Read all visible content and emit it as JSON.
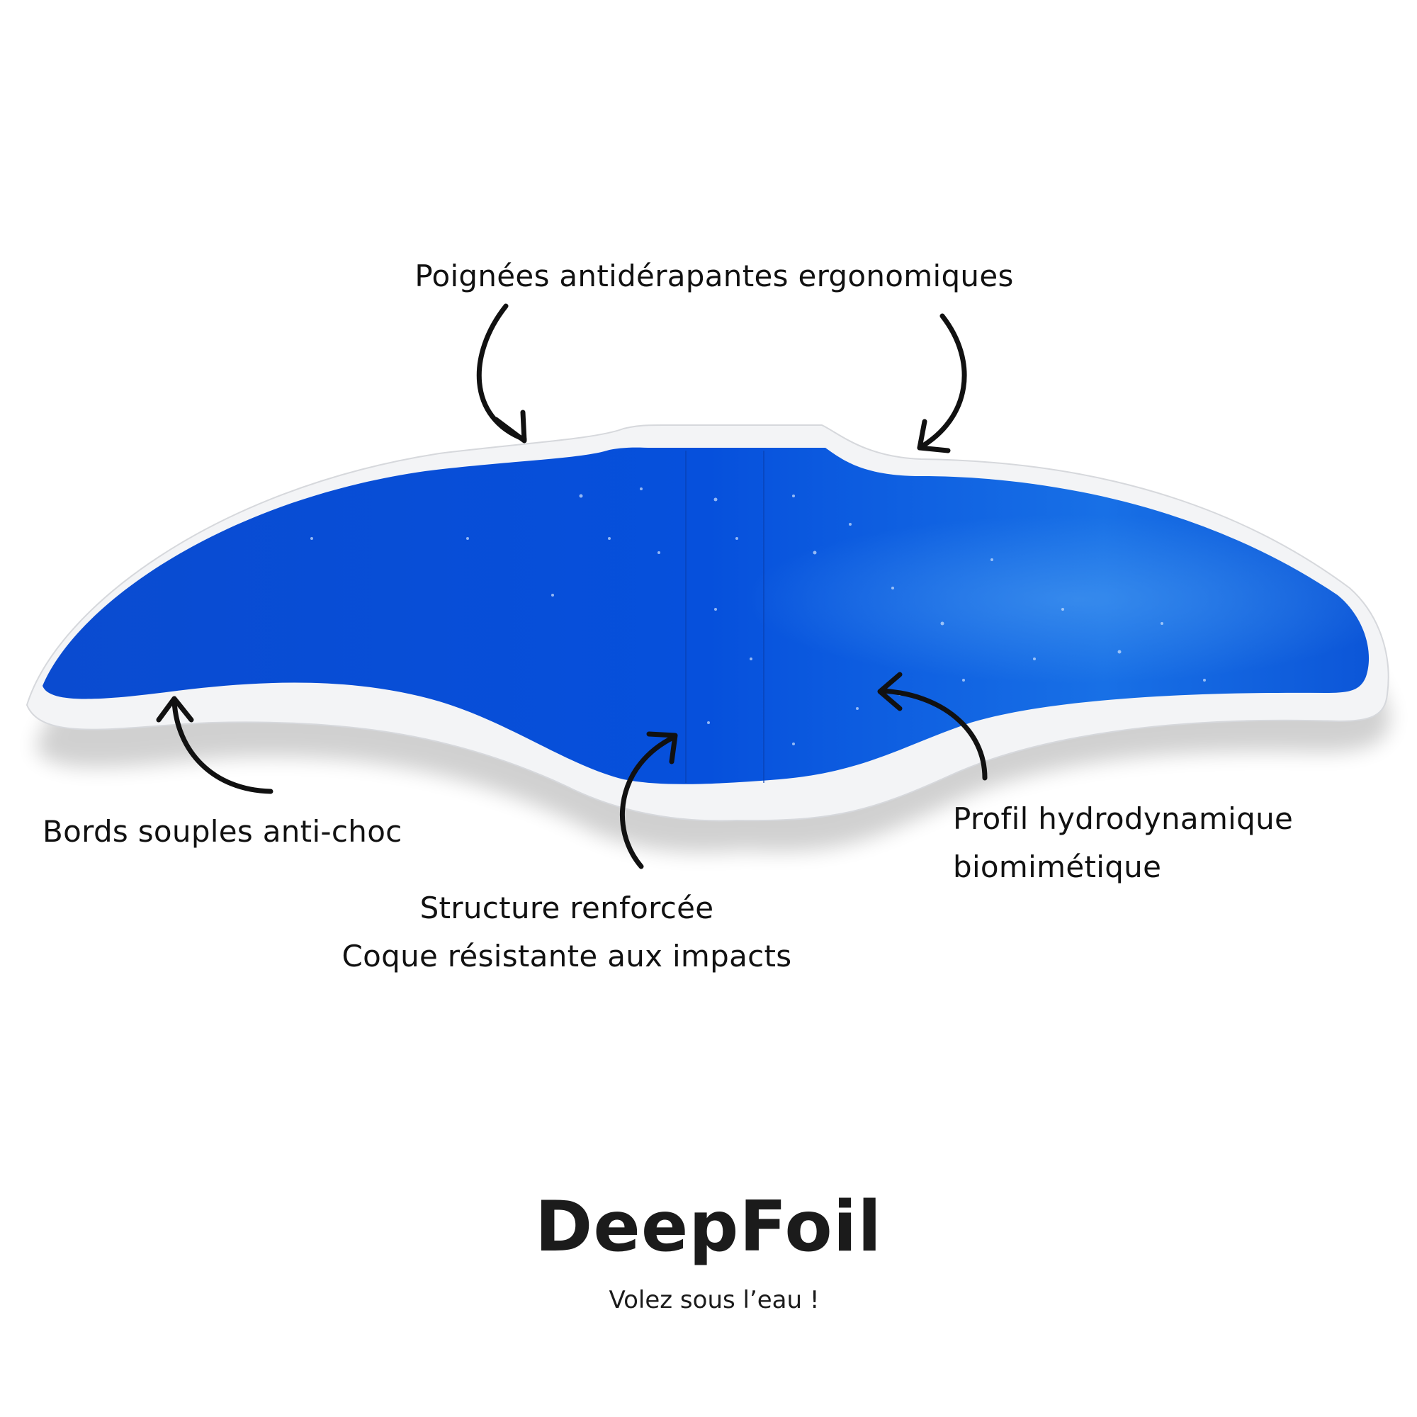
{
  "callouts": {
    "handles": "Poignées antidérapantes ergonomiques",
    "edges": "Bords souples anti-choc",
    "structure_line1": "Structure renforcée",
    "structure_line2": "Coque résistante aux impacts",
    "profile_line1": "Profil hydrodynamique",
    "profile_line2": "biomimétique"
  },
  "brand": {
    "name": "DeepFoil",
    "tagline": "Volez sous l’eau !"
  },
  "colors": {
    "wing_blue": "#0a4fd6",
    "rim_white": "#f4f4f6",
    "text": "#111111"
  }
}
